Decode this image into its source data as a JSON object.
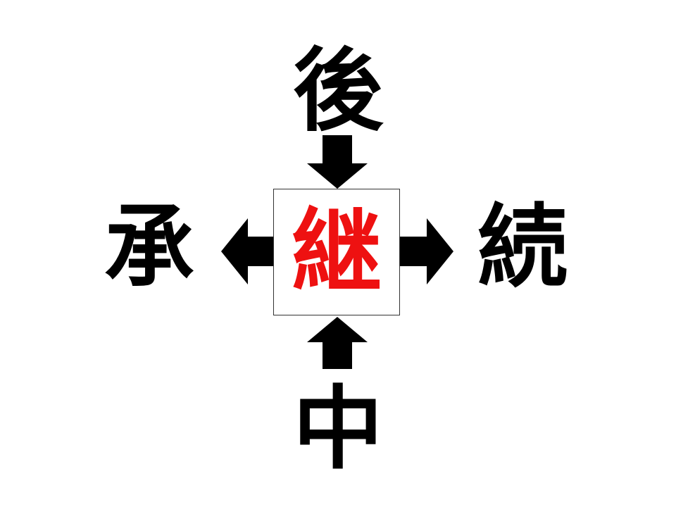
{
  "puzzle": {
    "top": "後",
    "left": "承",
    "right": "続",
    "bottom": "中",
    "center": "継"
  },
  "colors": {
    "text": "#000000",
    "center_text": "#ee1111",
    "arrow": "#000000",
    "box_border": "#333333"
  }
}
